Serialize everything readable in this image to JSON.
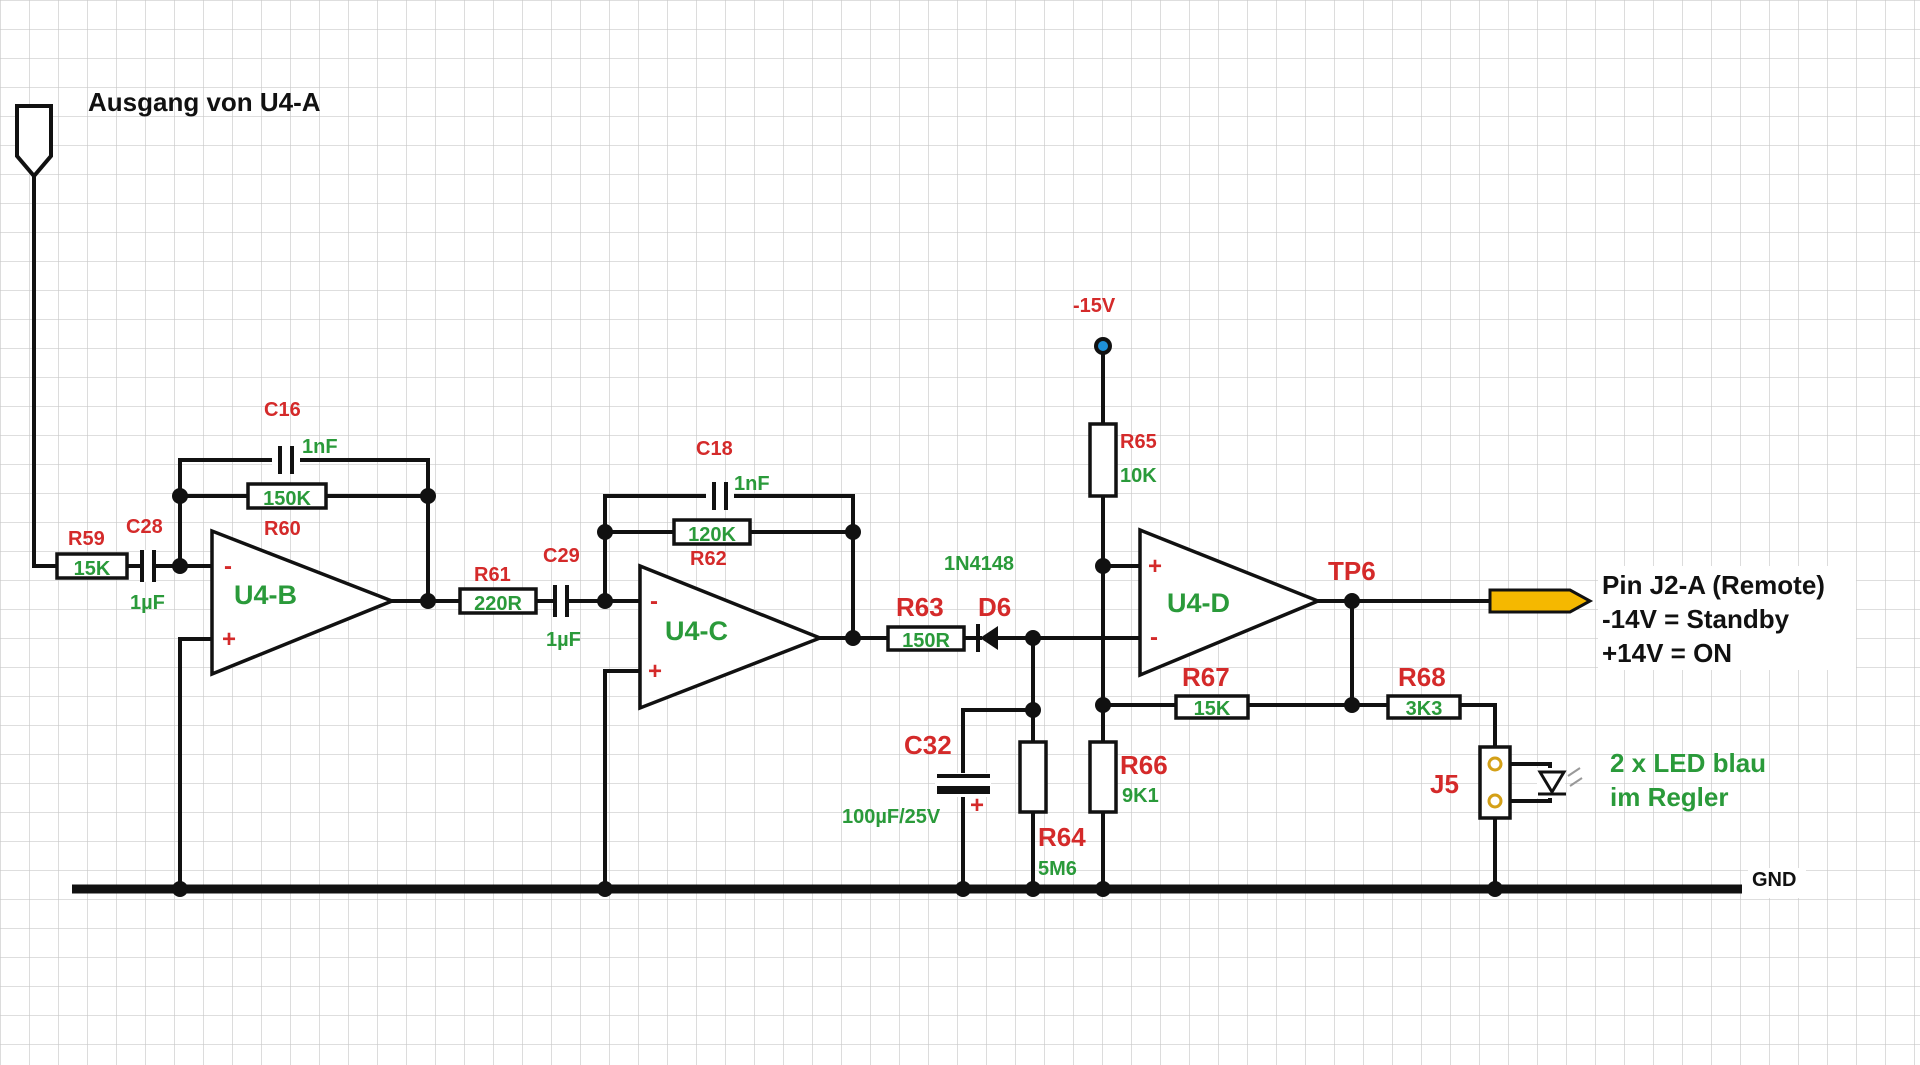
{
  "input_label": "Ausgang von U4-A",
  "supply": {
    "name": "-15V"
  },
  "ground": {
    "name": "GND"
  },
  "opamps": [
    {
      "ref": "U4-B",
      "minus": "-",
      "plus": "+"
    },
    {
      "ref": "U4-C",
      "minus": "-",
      "plus": "+"
    },
    {
      "ref": "U4-D",
      "minus": "-",
      "plus": "+"
    }
  ],
  "resistors": {
    "r59": {
      "ref": "R59",
      "value": "15K"
    },
    "r60": {
      "ref": "R60",
      "value": "150K"
    },
    "r61": {
      "ref": "R61",
      "value": "220R"
    },
    "r62": {
      "ref": "R62",
      "value": "120K"
    },
    "r63": {
      "ref": "R63",
      "value": "150R"
    },
    "r64": {
      "ref": "R64",
      "value": "5M6"
    },
    "r65": {
      "ref": "R65",
      "value": "10K"
    },
    "r66": {
      "ref": "R66",
      "value": "9K1"
    },
    "r67": {
      "ref": "R67",
      "value": "15K"
    },
    "r68": {
      "ref": "R68",
      "value": "3K3"
    }
  },
  "capacitors": {
    "c16": {
      "ref": "C16",
      "value": "1nF"
    },
    "c18": {
      "ref": "C18",
      "value": "1nF"
    },
    "c28": {
      "ref": "C28",
      "value": "1µF"
    },
    "c29": {
      "ref": "C29",
      "value": "1µF"
    },
    "c32": {
      "ref": "C32",
      "value": "100µF/25V",
      "polarity": "+"
    }
  },
  "diode": {
    "ref": "D6",
    "part": "1N4148"
  },
  "testpoint": {
    "ref": "TP6"
  },
  "connector": {
    "ref": "J5"
  },
  "output": {
    "line1": "Pin J2-A (Remote)",
    "line2": "-14V = Standby",
    "line3": "+14V = ON"
  },
  "led_note": {
    "line1": "2 x LED blau",
    "line2": "im Regler"
  },
  "colors": {
    "ref_label": "#d42a2a",
    "value_label": "#2a9a3a",
    "output_arrow": "#f5b800",
    "supply_dot": "#1e90d8",
    "grid": "#c9c9c9"
  }
}
